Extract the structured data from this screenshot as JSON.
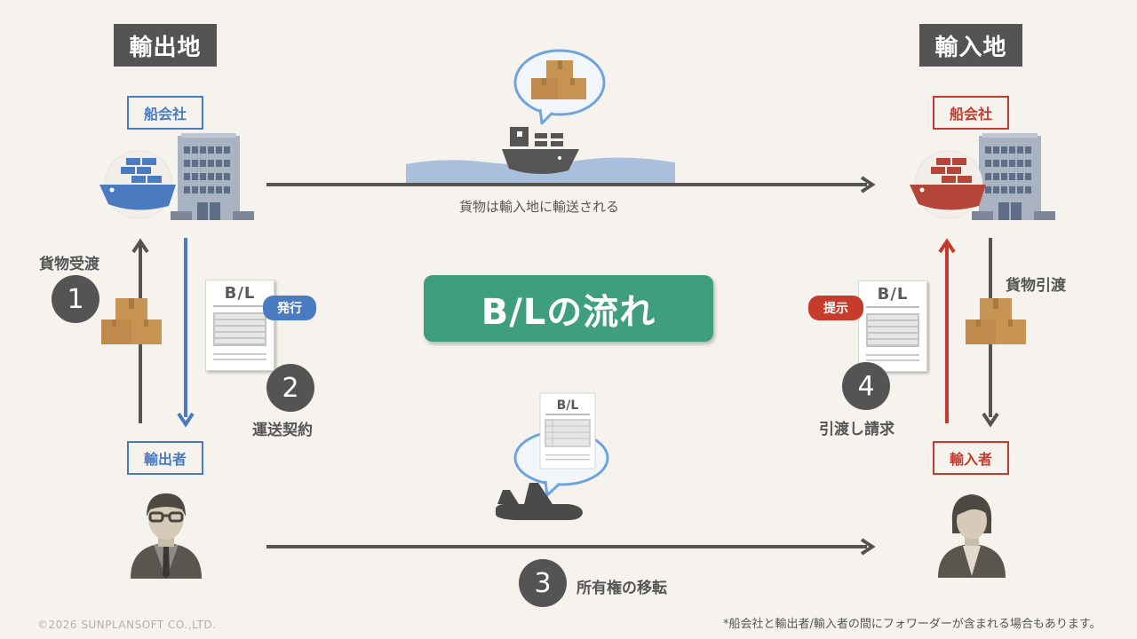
{
  "title": "B/Lの流れ",
  "regions": {
    "export": "輸出地",
    "import": "輸入地"
  },
  "entities": {
    "export_carrier": "船会社",
    "import_carrier": "船会社",
    "exporter": "輸出者",
    "importer": "輸入者"
  },
  "steps": [
    {
      "number": "1",
      "label": "貨物受渡"
    },
    {
      "number": "2",
      "label": "運送契約"
    },
    {
      "number": "3",
      "label": "所有権の移転"
    },
    {
      "number": "4",
      "label": "引渡し請求"
    }
  ],
  "cargo_delivery_label": "貨物引渡",
  "transport_caption": "貨物は輸入地に輸送される",
  "documents": {
    "bl_text": "B/L",
    "issue_badge": "発行",
    "present_badge": "提示"
  },
  "colors": {
    "export_accent": "#4a7bc0",
    "import_accent": "#c63b2b",
    "title_green": "#3f9e7d",
    "dark": "#545454",
    "background": "#f6f3ef"
  },
  "footer": {
    "copyright": "©2026 SUNPLANSOFT CO.,LTD.",
    "note": "*船会社と輸出者/輸入者の間にフォワーダーが含まれる場合もあります。"
  }
}
